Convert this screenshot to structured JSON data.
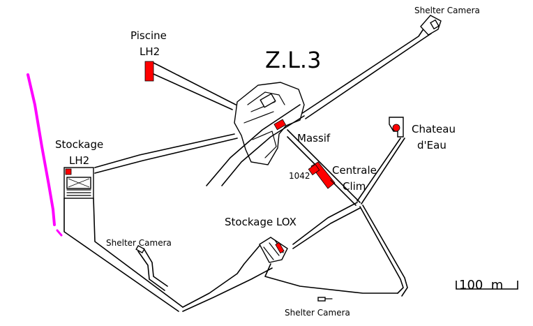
{
  "title": "Z.L.3",
  "labels": {
    "piscine_lh2_line1": "Piscine",
    "piscine_lh2_line2": "LH2",
    "stockage_lh2_line1": "Stockage",
    "stockage_lh2_line2": "LH2",
    "massif": "Massif",
    "chateau_line1": "Chateau",
    "chateau_line2": "d'Eau",
    "centrale_line1": "Centrale",
    "centrale_line2": "Clim",
    "code_1042": "1042",
    "stockage_lox": "Stockage LOX",
    "shelter_camera_top": "Shelter Camera",
    "shelter_camera_left": "Shelter Camera",
    "shelter_camera_bottom": "Shelter Camera"
  },
  "scale_bar": {
    "label": "100  m"
  },
  "colors": {
    "background": "#ffffff",
    "lines": "#000000",
    "hazard": "#ff0000",
    "boundary": "#ff00ff"
  }
}
